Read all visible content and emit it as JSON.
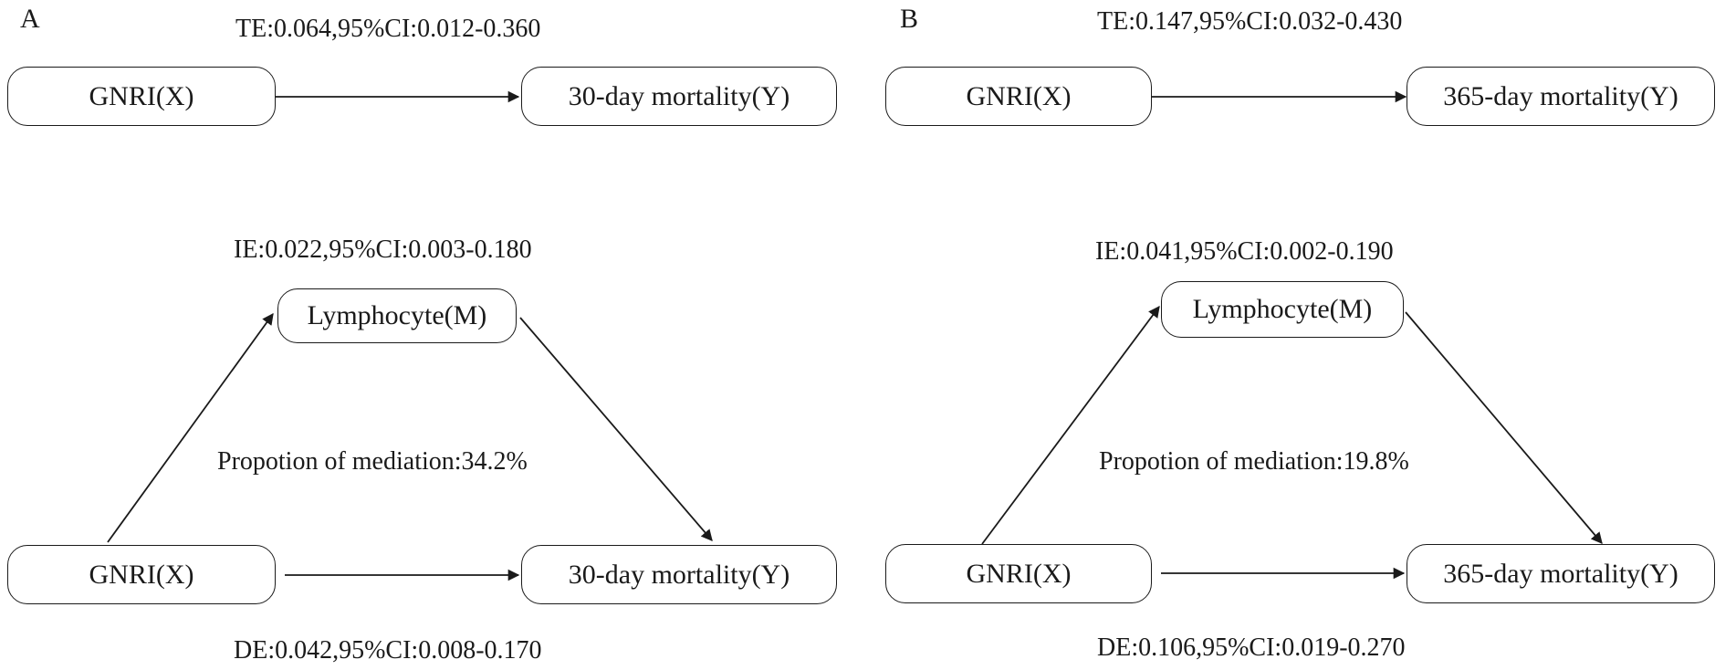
{
  "panels": [
    {
      "letter": "A",
      "total_effect": "TE:0.064,95%CI:0.012-0.360",
      "indirect_effect": "IE:0.022,95%CI:0.003-0.180",
      "mediation_proportion": "Propotion of mediation:34.2%",
      "direct_effect": "DE:0.042,95%CI:0.008-0.170",
      "exposure": "GNRI(X)",
      "mediator": "Lymphocyte(M)",
      "outcome": "30-day mortality(Y)"
    },
    {
      "letter": "B",
      "total_effect": "TE:0.147,95%CI:0.032-0.430",
      "indirect_effect": "IE:0.041,95%CI:0.002-0.190",
      "mediation_proportion": "Propotion of mediation:19.8%",
      "direct_effect": "DE:0.106,95%CI:0.019-0.270",
      "exposure": "GNRI(X)",
      "mediator": "Lymphocyte(M)",
      "outcome": "365-day mortality(Y)"
    }
  ]
}
